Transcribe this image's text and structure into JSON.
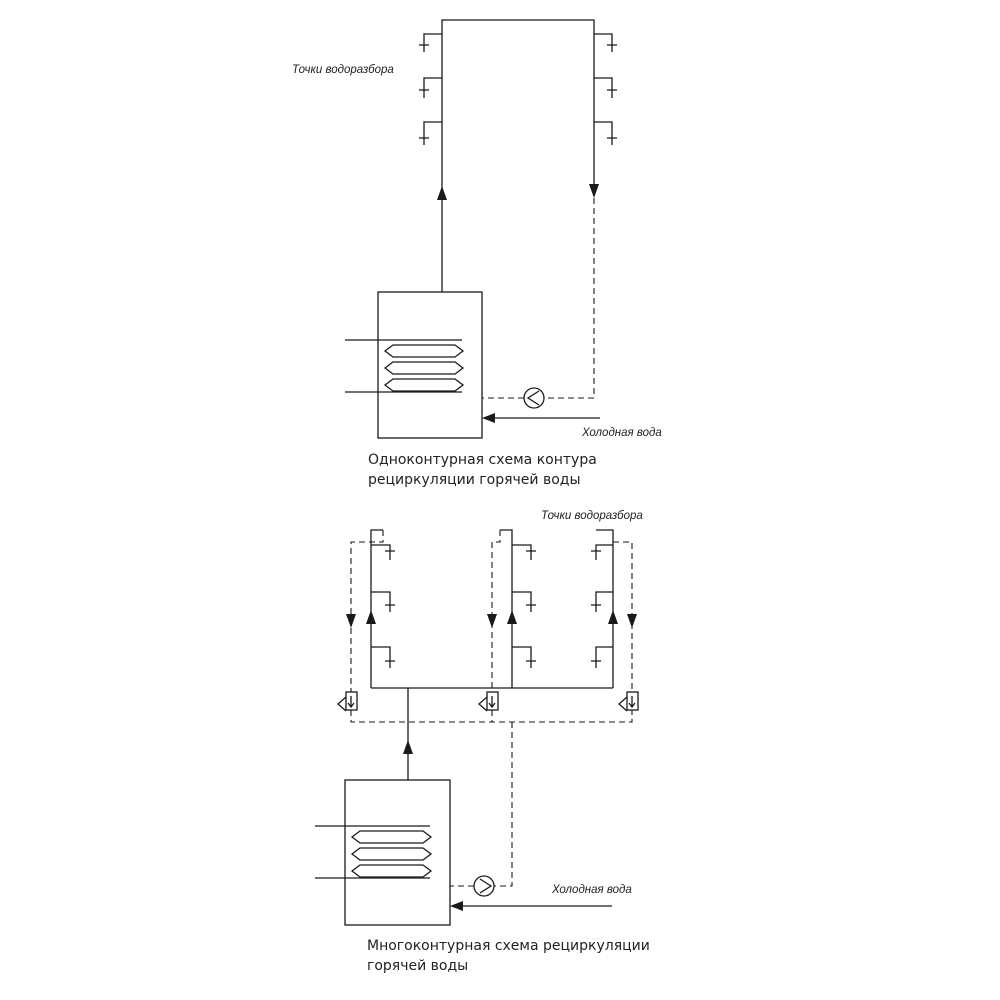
{
  "diagram1": {
    "label_tap_points": "Точки водоразбора",
    "label_cold_water": "Холодная вода",
    "caption_line1": "Одноконтурная схема контура",
    "caption_line2": "рециркуляции горячей воды"
  },
  "diagram2": {
    "label_tap_points": "Точки водоразбора",
    "label_cold_water": "Холодная вода",
    "caption_line1": "Многоконтурная схема рециркуляции",
    "caption_line2": "горячей воды"
  }
}
